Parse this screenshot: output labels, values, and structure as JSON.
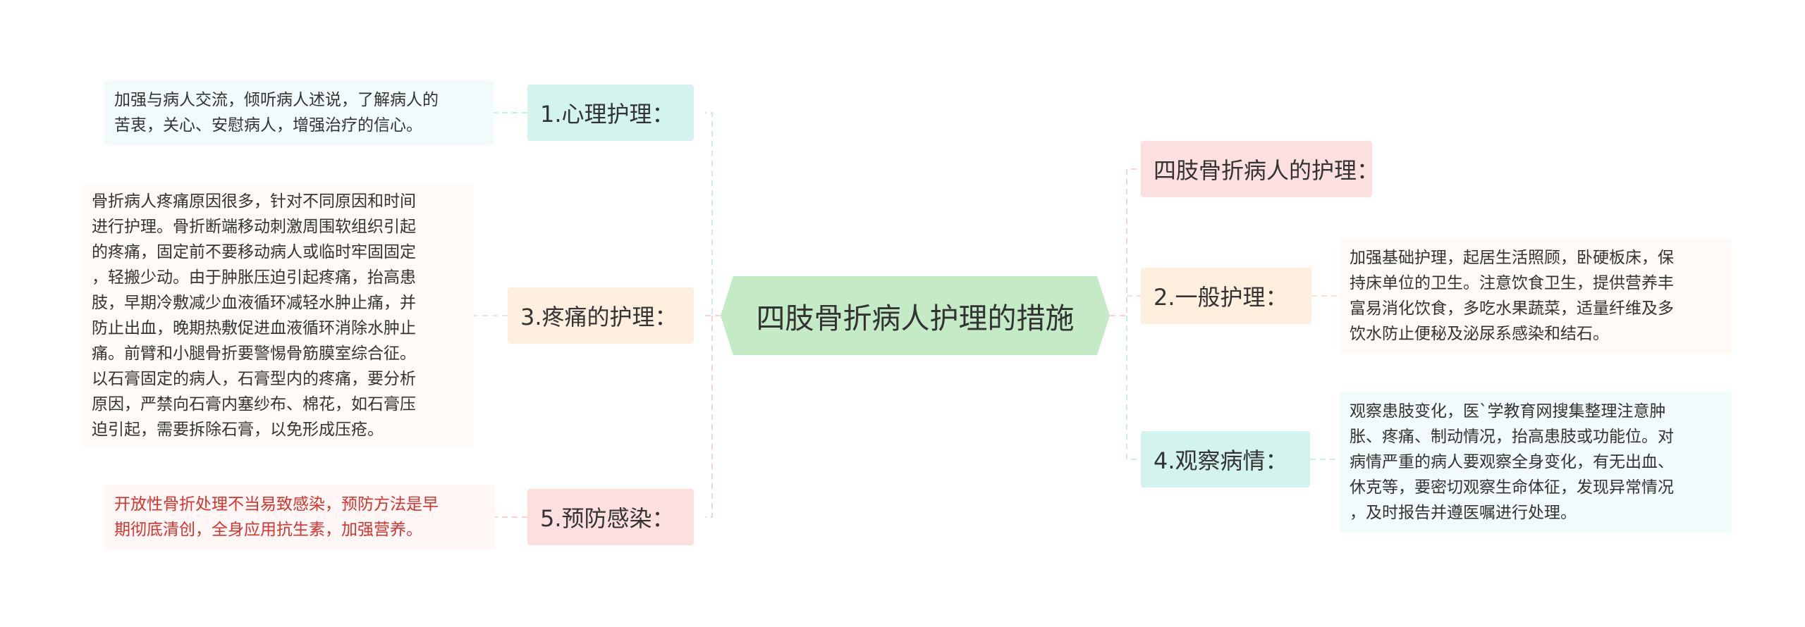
{
  "center": {
    "label": "四肢骨折病人护理的措施",
    "color": "#c4ebc6"
  },
  "branches": {
    "psych": {
      "label": "1.心理护理：",
      "color": "#d2f3ee"
    },
    "general": {
      "label": "2.一般护理：",
      "color": "#fdeedd"
    },
    "pain": {
      "label": "3.疼痛的护理：",
      "color": "#fdeedd"
    },
    "observe": {
      "label": "4.观察病情：",
      "color": "#d2f3ee"
    },
    "infection": {
      "label": "5.预防感染：",
      "color": "#fce0df"
    },
    "limb": {
      "label": "四肢骨折病人的护理：",
      "color": "#fce0df"
    }
  },
  "details": {
    "psych": [
      "加强与病人交流，倾听病人述说，了解病人的",
      "苦衷，关心、安慰病人，增强治疗的信心。"
    ],
    "pain": [
      "骨折病人疼痛原因很多，针对不同原因和时间",
      "进行护理。骨折断端移动刺激周围软组织引起",
      "的疼痛，固定前不要移动病人或临时牢固固定",
      "，轻搬少动。由于肿胀压迫引起疼痛，抬高患",
      "肢，早期冷敷减少血液循环减轻水肿止痛，并",
      "防止出血，晚期热敷促进血液循环消除水肿止",
      "痛。前臂和小腿骨折要警惕骨筋膜室综合征。",
      "以石膏固定的病人，石膏型内的疼痛，要分析",
      "原因，严禁向石膏内塞纱布、棉花，如石膏压",
      "迫引起，需要拆除石膏，以免形成压疮。"
    ],
    "infection": [
      "开放性骨折处理不当易致感染，预防方法是早",
      "期彻底清创，全身应用抗生素，加强营养。"
    ],
    "general": [
      "加强基础护理，起居生活照顾，卧硬板床，保",
      "持床单位的卫生。注意饮食卫生，提供营养丰",
      "富易消化饮食，多吃水果蔬菜，适量纤维及多",
      "饮水防止便秘及泌尿系感染和结石。"
    ],
    "observe": [
      "观察患肢变化，医`学教育网搜集整理注意肿",
      "胀、疼痛、制动情况，抬高患肢或功能位。对",
      "病情严重的病人要观察全身变化，有无出血、",
      "休克等，要密切观察生命体征，发现异常情况",
      "，及时报告并遵医嘱进行处理。"
    ]
  },
  "colors": {
    "connector_left": "#c9eee6",
    "connector_right": "#f9d3d3",
    "red_text": "#d8332c"
  }
}
